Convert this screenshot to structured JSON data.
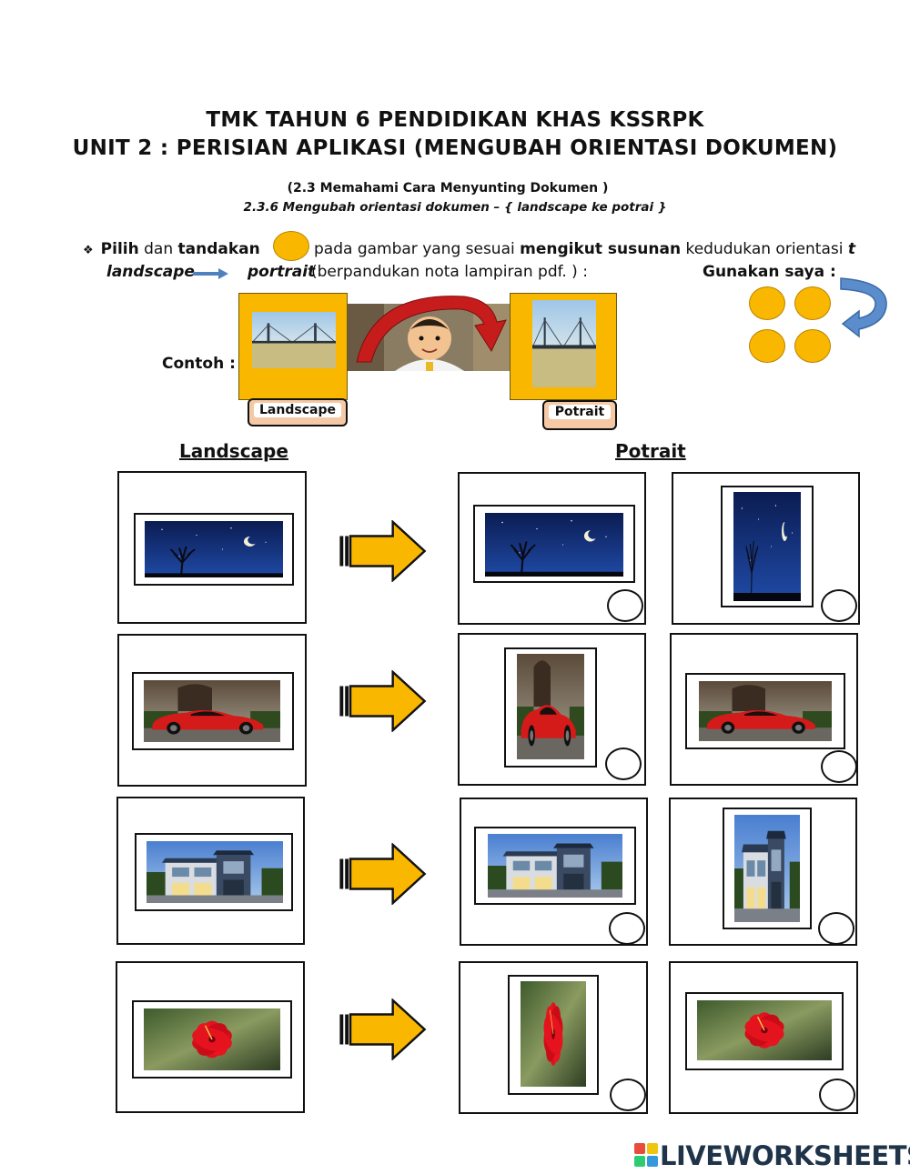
{
  "header": {
    "title_line1": "TMK TAHUN 6 PENDIDIKAN KHAS KSSRPK",
    "title_line2": "UNIT 2 : PERISIAN  APLIKASI (MENGUBAH ORIENTASI DOKUMEN)",
    "subtitle_line1": "(2.3 Memahami Cara Menyunting Dokumen )",
    "subtitle_line2": "2.3.6 Mengubah orientasi dokumen  – { landscape ke potrai }"
  },
  "instruction": {
    "bullet": "❖",
    "w1": "Pilih",
    "w2": " dan ",
    "w3": "tandakan",
    "w4": "pada gambar yang sesuai ",
    "w5": "mengikut susunan",
    "w6": " kedudukan orientasi ",
    "w7": "t",
    "w8": "landscape",
    "w9": "portrait",
    "w10": " (berpandukan nota lampiran pdf. ) :",
    "use_me": "Gunakan saya :"
  },
  "example": {
    "label": "Contoh :",
    "landscape_tag": "Landscape",
    "portrait_tag": "Potrait"
  },
  "columns": {
    "landscape": "Landscape",
    "portrait": "Potrait"
  },
  "rows": [
    {
      "subject": "night-sky-tree"
    },
    {
      "subject": "red-sports-car"
    },
    {
      "subject": "modern-house"
    },
    {
      "subject": "red-flower"
    }
  ],
  "footer": {
    "brand": "LIVEWORKSHEETS"
  },
  "colors": {
    "accent_yellow": "#f9b700",
    "tag_peach": "#f6c9a6",
    "logo_navy": "#1f3349"
  }
}
